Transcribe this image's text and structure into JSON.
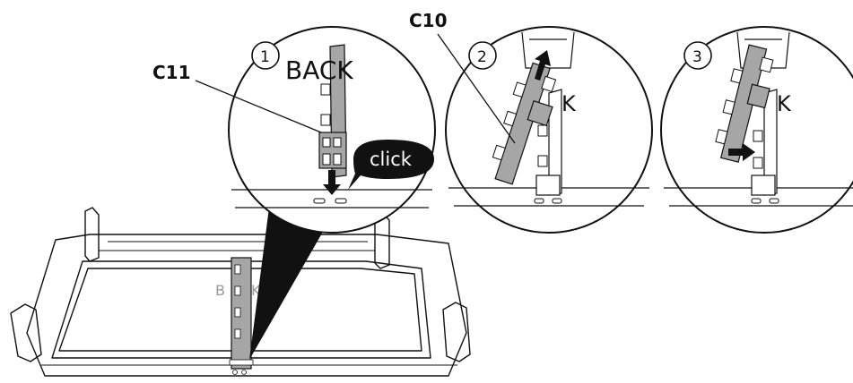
{
  "callouts": {
    "c11": "C11",
    "c10": "C10"
  },
  "steps": [
    {
      "number": "1",
      "back_label": "BACK",
      "bubble_text": "click"
    },
    {
      "number": "2",
      "back_label": "K"
    },
    {
      "number": "3",
      "back_label": "K"
    }
  ],
  "frame": {
    "back_label_left": "B",
    "back_label_right": "K"
  },
  "colors": {
    "ink": "#111111",
    "part_fill": "#a6a6a6",
    "part_dark": "#7d7d7d"
  }
}
